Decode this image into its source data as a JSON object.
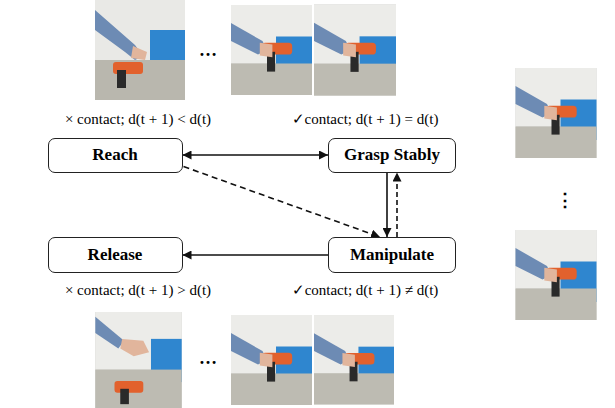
{
  "diagram": {
    "nodes": [
      {
        "text": [
          "Reach"
        ]
      },
      {
        "text": [
          "Grasp Stably"
        ]
      },
      {
        "text": [
          "Release"
        ]
      },
      {
        "text": [
          "Manipulate"
        ]
      }
    ],
    "edges": [
      {
        "from": 0,
        "to": 1,
        "arrow": "both"
      },
      {
        "from": 0,
        "to": 3,
        "arrow": "to"
      },
      {
        "from": 1,
        "to": 3,
        "arrow": "to"
      },
      {
        "from": 3,
        "to": 1,
        "arrow": "to"
      },
      {
        "from": 3,
        "to": 2,
        "arrow": "to"
      }
    ],
    "labels": [
      "× contact; d(t + 1) < d(t)",
      "✓contact; d(t + 1) = d(t)",
      "× contact; d(t + 1) > d(t)",
      "✓contact; d(t + 1) ≠ d(t)",
      "…",
      "…",
      "⋮"
    ]
  }
}
